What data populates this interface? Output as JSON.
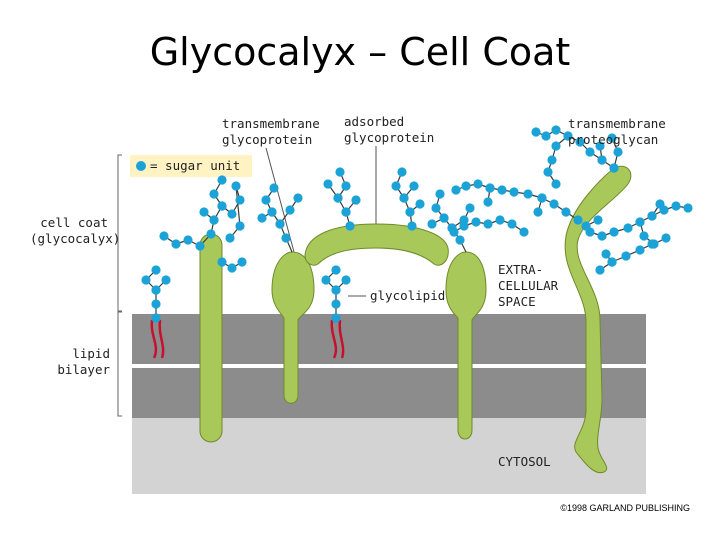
{
  "title": "Glycocalyx – Cell Coat",
  "labels": {
    "tm_glycoprotein": "transmembrane\nglycoprotein",
    "adsorbed_glycoprotein": "adsorbed\nglycoprotein",
    "tm_proteoglycan": "transmembrane\nproteoglycan",
    "sugar_unit": "= sugar unit",
    "cell_coat": "cell coat\n(glycocalyx)",
    "glycolipid": "glycolipid",
    "extracellular": "EXTRA-\nCELLULAR\nSPACE",
    "lipid_bilayer": "lipid\nbilayer",
    "cytosol": "CYTOSOL"
  },
  "credit": "©1998 GARLAND PUBLISHING",
  "colors": {
    "protein": "#a9c85a",
    "protein_outline": "#6f8a2a",
    "sugar": "#1ba3d8",
    "lipid_tail": "#c8102e",
    "bilayer": "#8c8c8c",
    "cytosol": "#d3d3d3"
  }
}
